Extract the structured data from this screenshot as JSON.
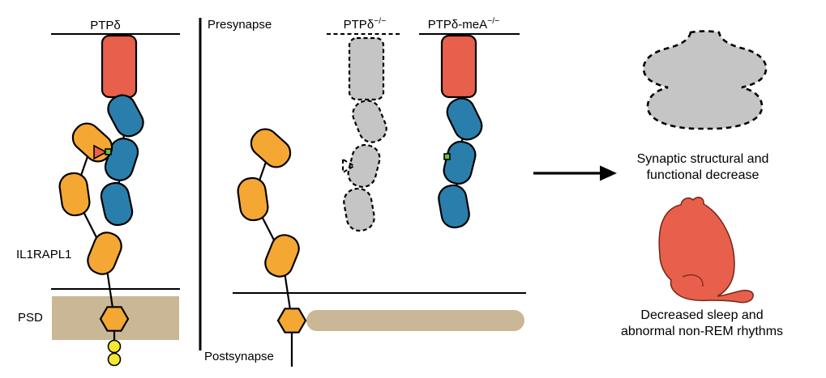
{
  "colors": {
    "red": "#E8604C",
    "blue": "#2A7EAB",
    "orange": "#F5A733",
    "tan": "#C9B795",
    "gray": "#C5C5C5",
    "yellow": "#F5E832",
    "green": "#6CBE45",
    "black": "#000000",
    "mouse_outline": "#7A2A1B"
  },
  "left_panel": {
    "receptor_label": "PTPδ",
    "ligand_label": "IL1RAPL1",
    "psd_label": "PSD"
  },
  "middle_panel": {
    "presynapse_label": "Presynapse",
    "postsynapse_label": "Postsynapse",
    "ko": {
      "base": "PTPδ",
      "sup": "−/−"
    },
    "mea": {
      "base": "PTPδ-meA",
      "sup": "−/−"
    }
  },
  "right_panel": {
    "synapse_caption": {
      "line1": "Synaptic structural and",
      "line2": "functional decrease"
    },
    "mouse_caption": {
      "line1": "Decreased sleep and",
      "line2": "abnormal non-REM rhythms"
    }
  }
}
